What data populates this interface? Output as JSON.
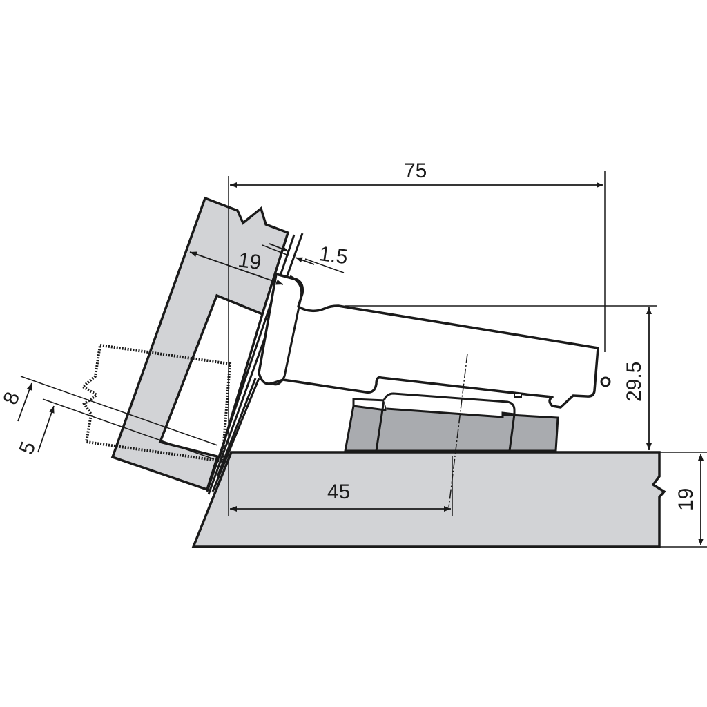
{
  "diagram": {
    "title": "Concealed hinge mounted on angled cabinet side – dimension drawing",
    "dimensions": {
      "overall_depth": "75",
      "door_thickness": "19",
      "door_gap": "1.5",
      "hinge_height": "29.5",
      "cup_offset": "45",
      "panel_thickness": "19",
      "boring_distance_8": "8",
      "boring_distance_5": "5"
    },
    "colors": {
      "panel": "#d2d3d6",
      "mounting_plate": "#a9abaf",
      "line": "#1a1a1a"
    }
  }
}
